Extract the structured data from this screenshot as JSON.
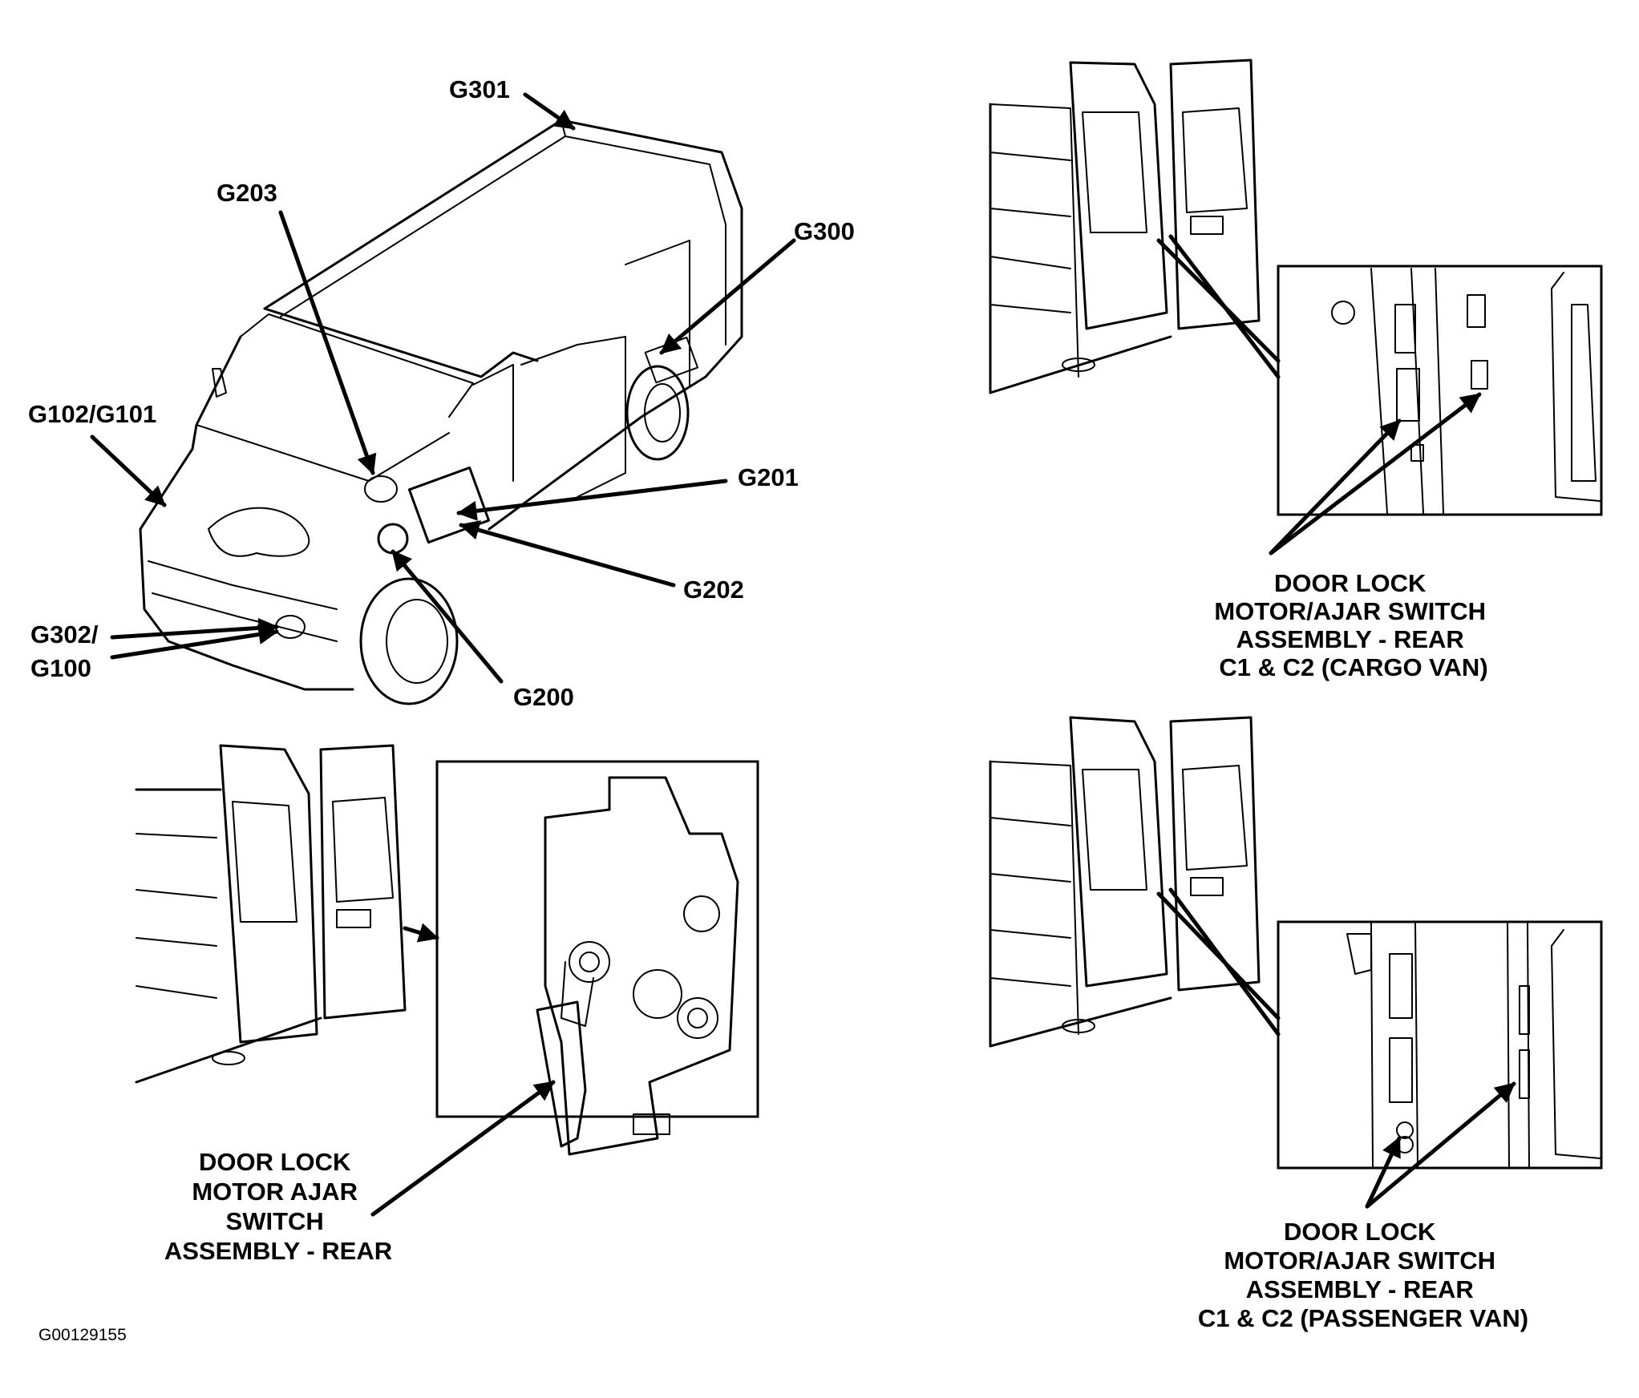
{
  "van_labels": {
    "g301": "G301",
    "g203": "G203",
    "g300": "G300",
    "g102_g101": "G102/G101",
    "g201": "G201",
    "g202": "G202",
    "g302_line1": "G302/",
    "g302_line2": "G100",
    "g200": "G200"
  },
  "captions": {
    "cargo": [
      "DOOR LOCK",
      "MOTOR/AJAR SWITCH",
      "ASSEMBLY - REAR",
      "C1 & C2 (CARGO VAN)"
    ],
    "rear": [
      "DOOR LOCK",
      "MOTOR AJAR",
      "SWITCH",
      "ASSEMBLY - REAR"
    ],
    "passenger": [
      "DOOR LOCK",
      "MOTOR/AJAR SWITCH",
      "ASSEMBLY - REAR",
      "C1 & C2 (PASSENGER VAN)"
    ]
  },
  "figure_id": "G00129155"
}
